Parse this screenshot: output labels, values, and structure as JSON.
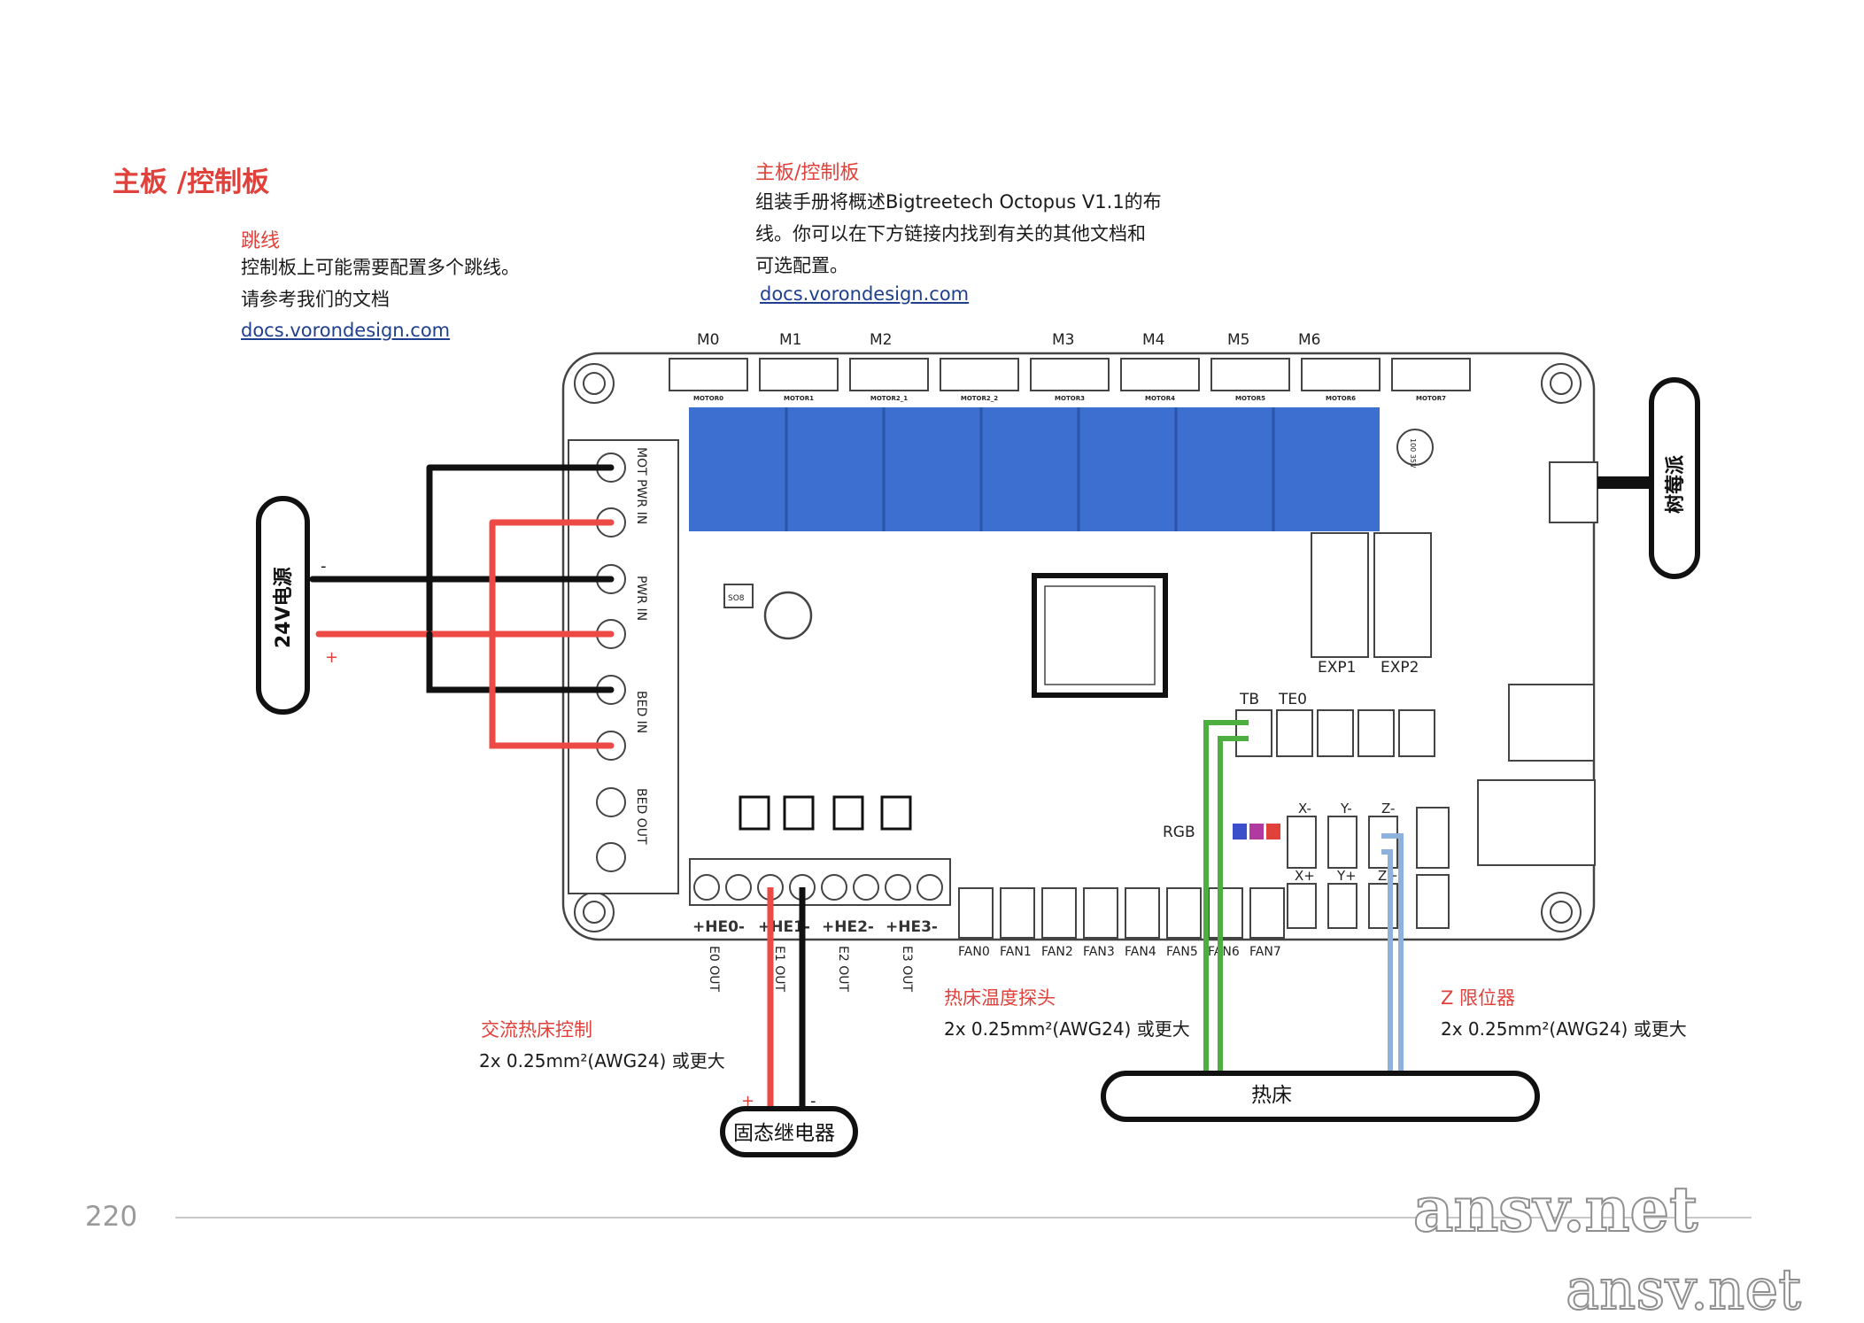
{
  "page": {
    "section_title": "主板 /控制板",
    "page_number": "220"
  },
  "jumper_note": {
    "title": "跳线",
    "line1": "控制板上可能需要配置多个跳线。",
    "line2": "请参考我们的文档",
    "link": "docs.vorondesign.com"
  },
  "intro_note": {
    "title": "主板/控制板",
    "line1": "组装手册将概述Bigtreetech Octopus V1.1的布",
    "line2": "线。你可以在下方链接内找到有关的其他文档和",
    "line3": "可选配置。",
    "link": "docs.vorondesign.com"
  },
  "motor_labels": [
    "M0",
    "M1",
    "M2",
    "M3",
    "M4",
    "M5",
    "M6"
  ],
  "motor_silk": [
    "MOTOR0",
    "MOTOR1",
    "MOTOR2_1",
    "MOTOR2_2",
    "MOTOR3",
    "MOTOR4",
    "MOTOR5",
    "MOTOR6",
    "MOTOR7"
  ],
  "power_silk": [
    "MOT PWR IN",
    "PWR IN",
    "BED IN",
    "BED OUT"
  ],
  "power_supply": {
    "label": "24V电源",
    "minus": "-",
    "plus": "+"
  },
  "raspberry_pi": {
    "label": "树莓派"
  },
  "exp_labels": [
    "EXP1",
    "EXP2"
  ],
  "thermistor_labels": [
    "TB",
    "TE0"
  ],
  "rgb_label": "RGB",
  "endstop_labels": [
    "X-",
    "Y-",
    "Z-",
    "X+",
    "Y+",
    "Z+"
  ],
  "heater_silk": [
    "+HE0-",
    "+HE1-",
    "+HE2-",
    "+HE3-"
  ],
  "heater_outputs": [
    "E0 OUT",
    "E1 OUT",
    "E2 OUT",
    "E3 OUT"
  ],
  "fan_labels": [
    "FAN0",
    "FAN1",
    "FAN2",
    "FAN3",
    "FAN4",
    "FAN5",
    "FAN6",
    "FAN7"
  ],
  "chip_silk": {
    "so8": "SO8",
    "cap": "100 35V"
  },
  "ac_bed_note": {
    "title": "交流热床控制",
    "spec": "2x 0.25mm²(AWG24) 或更大"
  },
  "bed_thermistor_note": {
    "title": "热床温度探头",
    "spec": "2x 0.25mm²(AWG24) 或更大"
  },
  "z_endstop_note": {
    "title": "Z 限位器",
    "spec": "2x 0.25mm²(AWG24) 或更大"
  },
  "ssr": {
    "label": "固态继电器",
    "plus": "+",
    "minus": "-"
  },
  "heated_bed": {
    "label": "热床"
  },
  "watermarks": [
    "ansv.net",
    "ansv.net"
  ],
  "colors": {
    "title_red": "#e0413b",
    "link_blue": "#1f3f8f",
    "driver_blue": "#3d6fd1",
    "wire_red": "#ee4a45",
    "wire_black": "#111111",
    "wire_green": "#4caf3f",
    "wire_blue": "#8fb2dc",
    "rgb_blue": "#3a4fc9",
    "rgb_purple": "#b03aa0",
    "rgb_red": "#e0413b"
  }
}
